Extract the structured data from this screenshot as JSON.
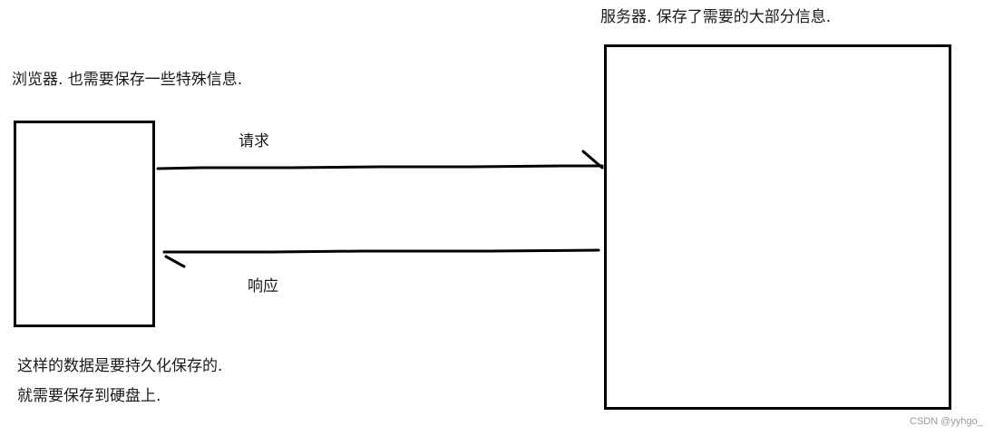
{
  "diagram": {
    "browser": {
      "caption": "浏览器. 也需要保存一些特殊信息.",
      "note_line1": "这样的数据是要持久化保存的.",
      "note_line2": "就需要保存到硬盘上."
    },
    "server": {
      "caption": "服务器. 保存了需要的大部分信息."
    },
    "request": {
      "label": "请求",
      "direction": "browser-to-server"
    },
    "response": {
      "label": "响应",
      "direction": "server-to-browser"
    },
    "colors": {
      "stroke": "#000000",
      "background": "#ffffff",
      "watermark": "#9a9a9a"
    }
  },
  "watermark": {
    "text": "CSDN @yyhgo_"
  }
}
